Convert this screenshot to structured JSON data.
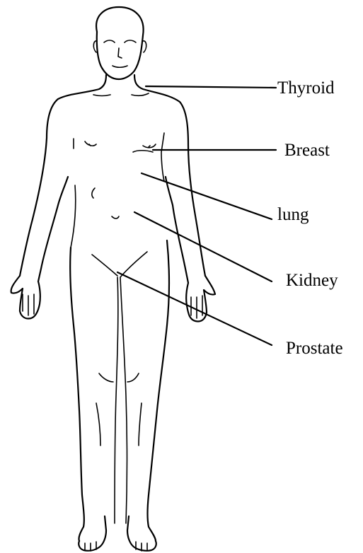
{
  "labels": {
    "thyroid": "Thyroid",
    "breast": "Breast",
    "lung": "lung",
    "kidney": "Kidney",
    "prostate": "Prostate"
  },
  "colors": {
    "line": "#000000",
    "background": "#ffffff"
  }
}
